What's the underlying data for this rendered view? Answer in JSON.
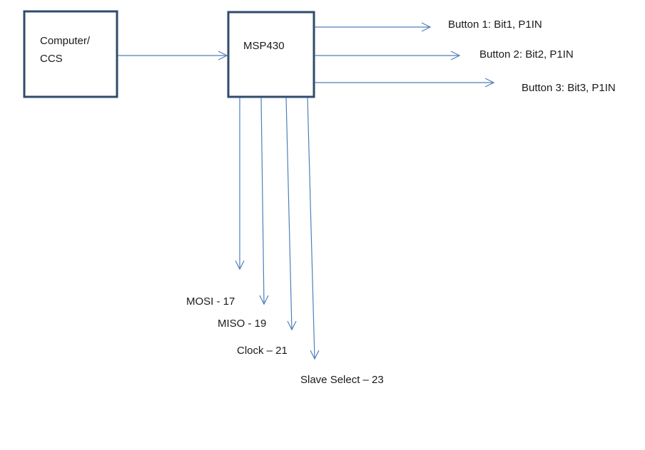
{
  "nodes": {
    "computer": {
      "line1": "Computer/",
      "line2": "CCS"
    },
    "msp": {
      "label": "MSP430"
    }
  },
  "outputs": [
    {
      "label": "Button 1: Bit1, P1IN"
    },
    {
      "label": "Button 2: Bit2, P1IN"
    },
    {
      "label": "Button 3: Bit3, P1IN"
    }
  ],
  "spi": [
    {
      "label": "MOSI - 17"
    },
    {
      "label": "MISO - 19"
    },
    {
      "label": "Clock – 21"
    },
    {
      "label": "Slave Select – 23"
    }
  ],
  "colors": {
    "box_border": "#2f4b6c",
    "connector": "#4f7fb9",
    "text": "#1a1a1a"
  }
}
